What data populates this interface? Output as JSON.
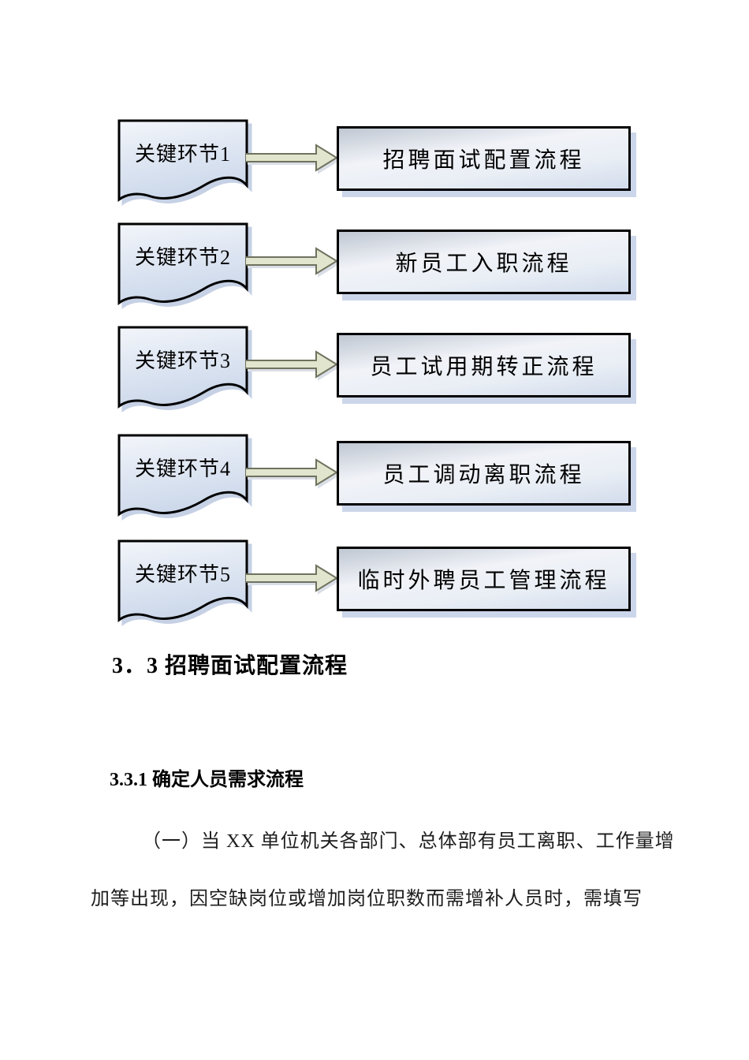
{
  "document": {
    "flowchart": {
      "rows": [
        {
          "key_step": "关键环节1",
          "process": "招聘面试配置流程"
        },
        {
          "key_step": "关键环节2",
          "process": "新员工入职流程"
        },
        {
          "key_step": "关键环节3",
          "process": "员工试用期转正流程"
        },
        {
          "key_step": "关键环节4",
          "process": "员工调动离职流程"
        },
        {
          "key_step": "关键环节5",
          "process": "临时外聘员工管理流程"
        }
      ]
    },
    "section_heading": "3．3 招聘面试配置流程",
    "subsection_heading": "3.3.1 确定人员需求流程",
    "paragraph": {
      "line1": "（一）当 XX 单位机关各部门、总体部有员工离职、工作量增",
      "line2": "加等出现，因空缺岗位或增加岗位职数而需增补人员时，需填写"
    },
    "colors": {
      "shape_outline": "#000000",
      "doc_fill_top": "#f2f5fa",
      "doc_fill_bottom": "#ccd8ea",
      "box_fill_top": "#bfc7d2",
      "box_fill_mid": "#f1f3f8",
      "box_fill_bottom": "#d2dcec",
      "arrow_fill": "#e2e5ce",
      "arrow_outline": "#6e725e",
      "shadow": "#ccd6ea",
      "text": "#000000"
    }
  }
}
